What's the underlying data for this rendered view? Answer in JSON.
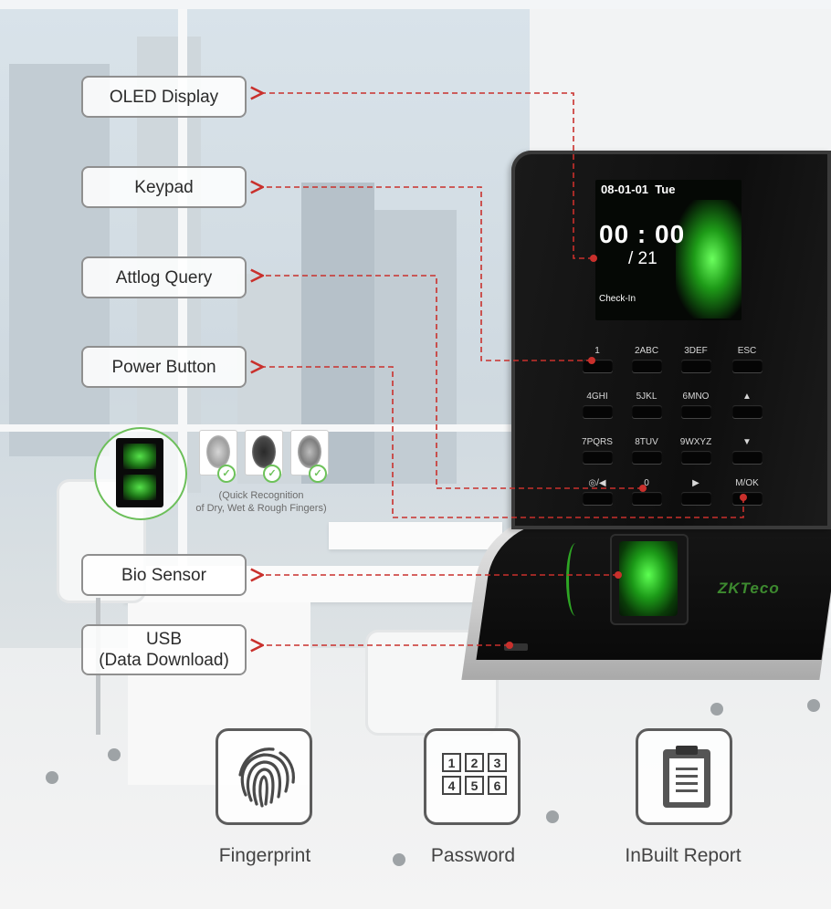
{
  "callouts": {
    "oled": "OLED  Display",
    "keypad": "Keypad",
    "attlog": "Attlog Query",
    "power": "Power Button",
    "bio": "Bio Sensor",
    "usb_line1": "USB",
    "usb_line2": "(Data Download)"
  },
  "colors": {
    "arrow": "#c9302c",
    "border": "#8f8f8f",
    "sensor_green": "#3cd12f"
  },
  "screen": {
    "date": "08-01-01",
    "day": "Tue",
    "time": "00 : 00",
    "count": "/ 21",
    "mode": "Check-In"
  },
  "keypad": {
    "keys": [
      "1",
      "2ABC",
      "3DEF",
      "ESC",
      "4GHI",
      "5JKL",
      "6MNO",
      "▲",
      "7PQRS",
      "8TUV",
      "9WXYZ",
      "▼",
      "◎/◀",
      "0",
      "▶",
      "M/OK"
    ]
  },
  "brand": "ZKTeco",
  "quick_recognition": {
    "line1": "(Quick Recognition",
    "line2": "of Dry, Wet & Rough Fingers)"
  },
  "features": {
    "fingerprint": "Fingerprint",
    "password": "Password",
    "password_digits": [
      "1",
      "2",
      "3",
      "4",
      "5",
      "6"
    ],
    "report": "InBuilt Report",
    "icons": [
      "fingerprint-icon",
      "keypad-icon",
      "clipboard-report-icon"
    ]
  }
}
